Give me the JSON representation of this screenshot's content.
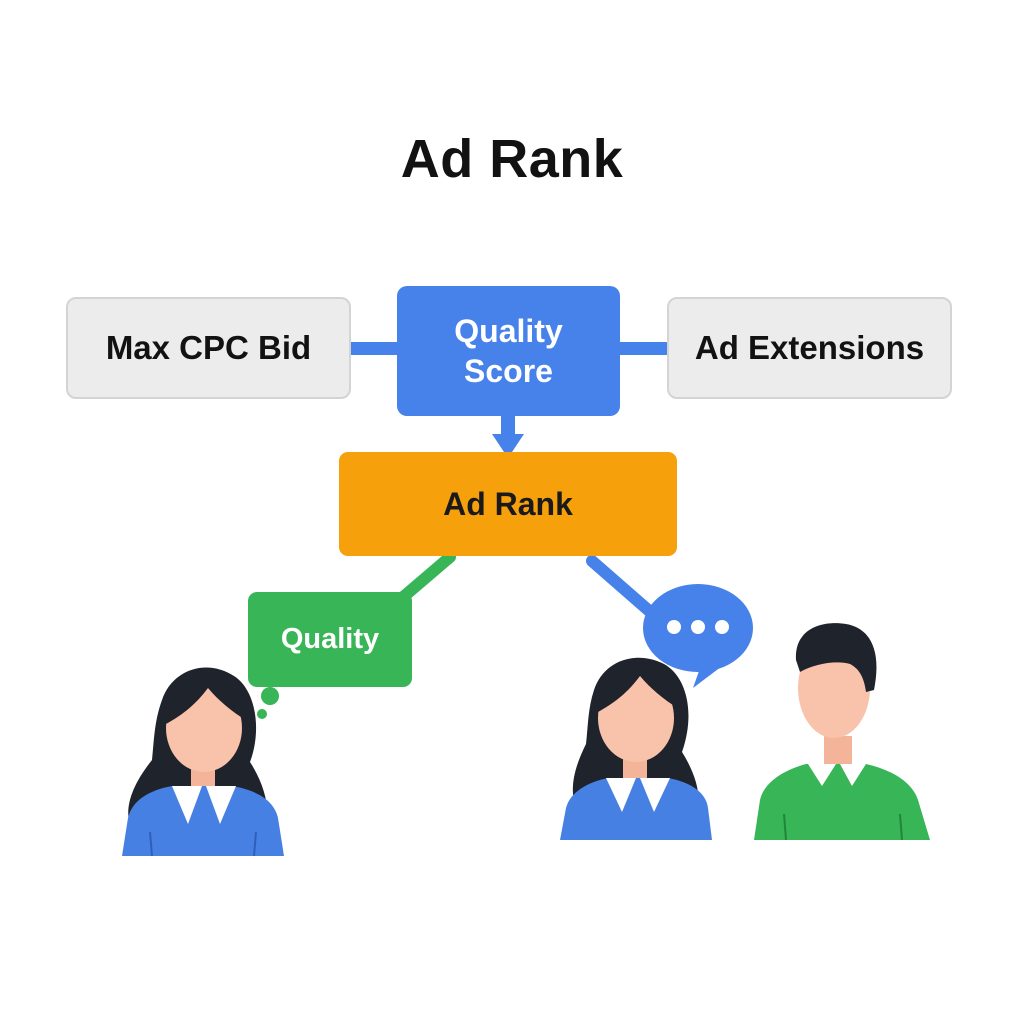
{
  "title": "Ad Rank",
  "nodes": {
    "max_cpc_bid": "Max CPC Bid",
    "quality_score": [
      "Quality",
      "Score"
    ],
    "ad_extensions": "Ad Extensions",
    "ad_rank": "Ad Rank",
    "quality": "Quality"
  },
  "colors": {
    "blue": "#4682ea",
    "orange": "#f6a00c",
    "green": "#38b556",
    "grey_box": "#ececec",
    "skin": "#f8c3aa",
    "hair": "#1f232b"
  }
}
